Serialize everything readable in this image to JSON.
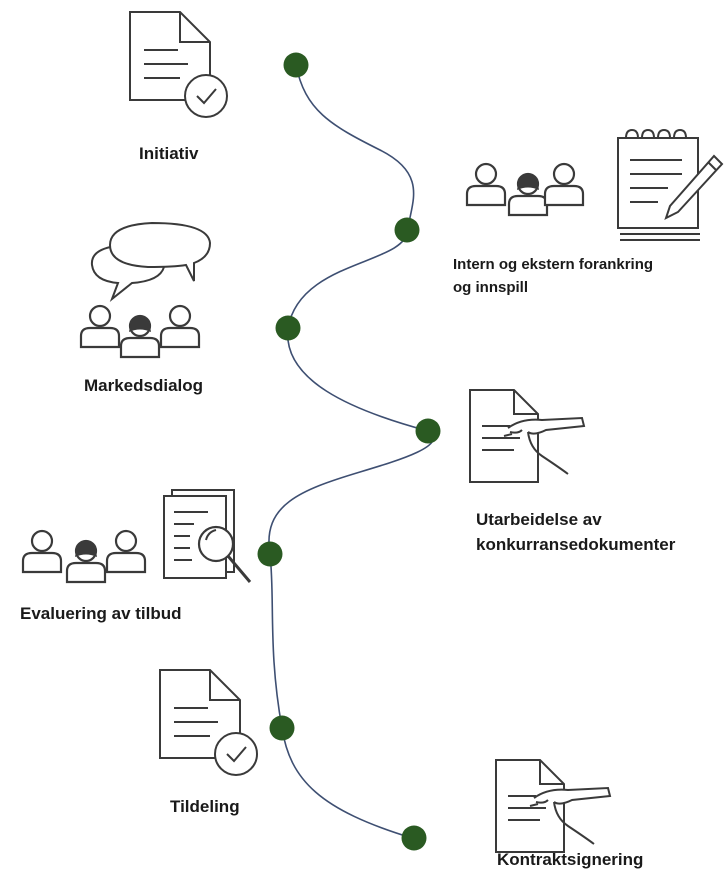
{
  "steps": [
    {
      "label": "Initiativ"
    },
    {
      "label_line1": "Intern og ekstern forankring",
      "label_line2": "og innspill"
    },
    {
      "label": "Markedsdialog"
    },
    {
      "label_line1": "Utarbeidelse av",
      "label_line2": "konkurransedokumenter"
    },
    {
      "label": "Evaluering av tilbud"
    },
    {
      "label": "Tildeling"
    },
    {
      "label": "Kontraktsignering"
    }
  ],
  "colors": {
    "node": "#2a5a22",
    "path": "#3e4f72",
    "icon": "#3a3a3a"
  }
}
